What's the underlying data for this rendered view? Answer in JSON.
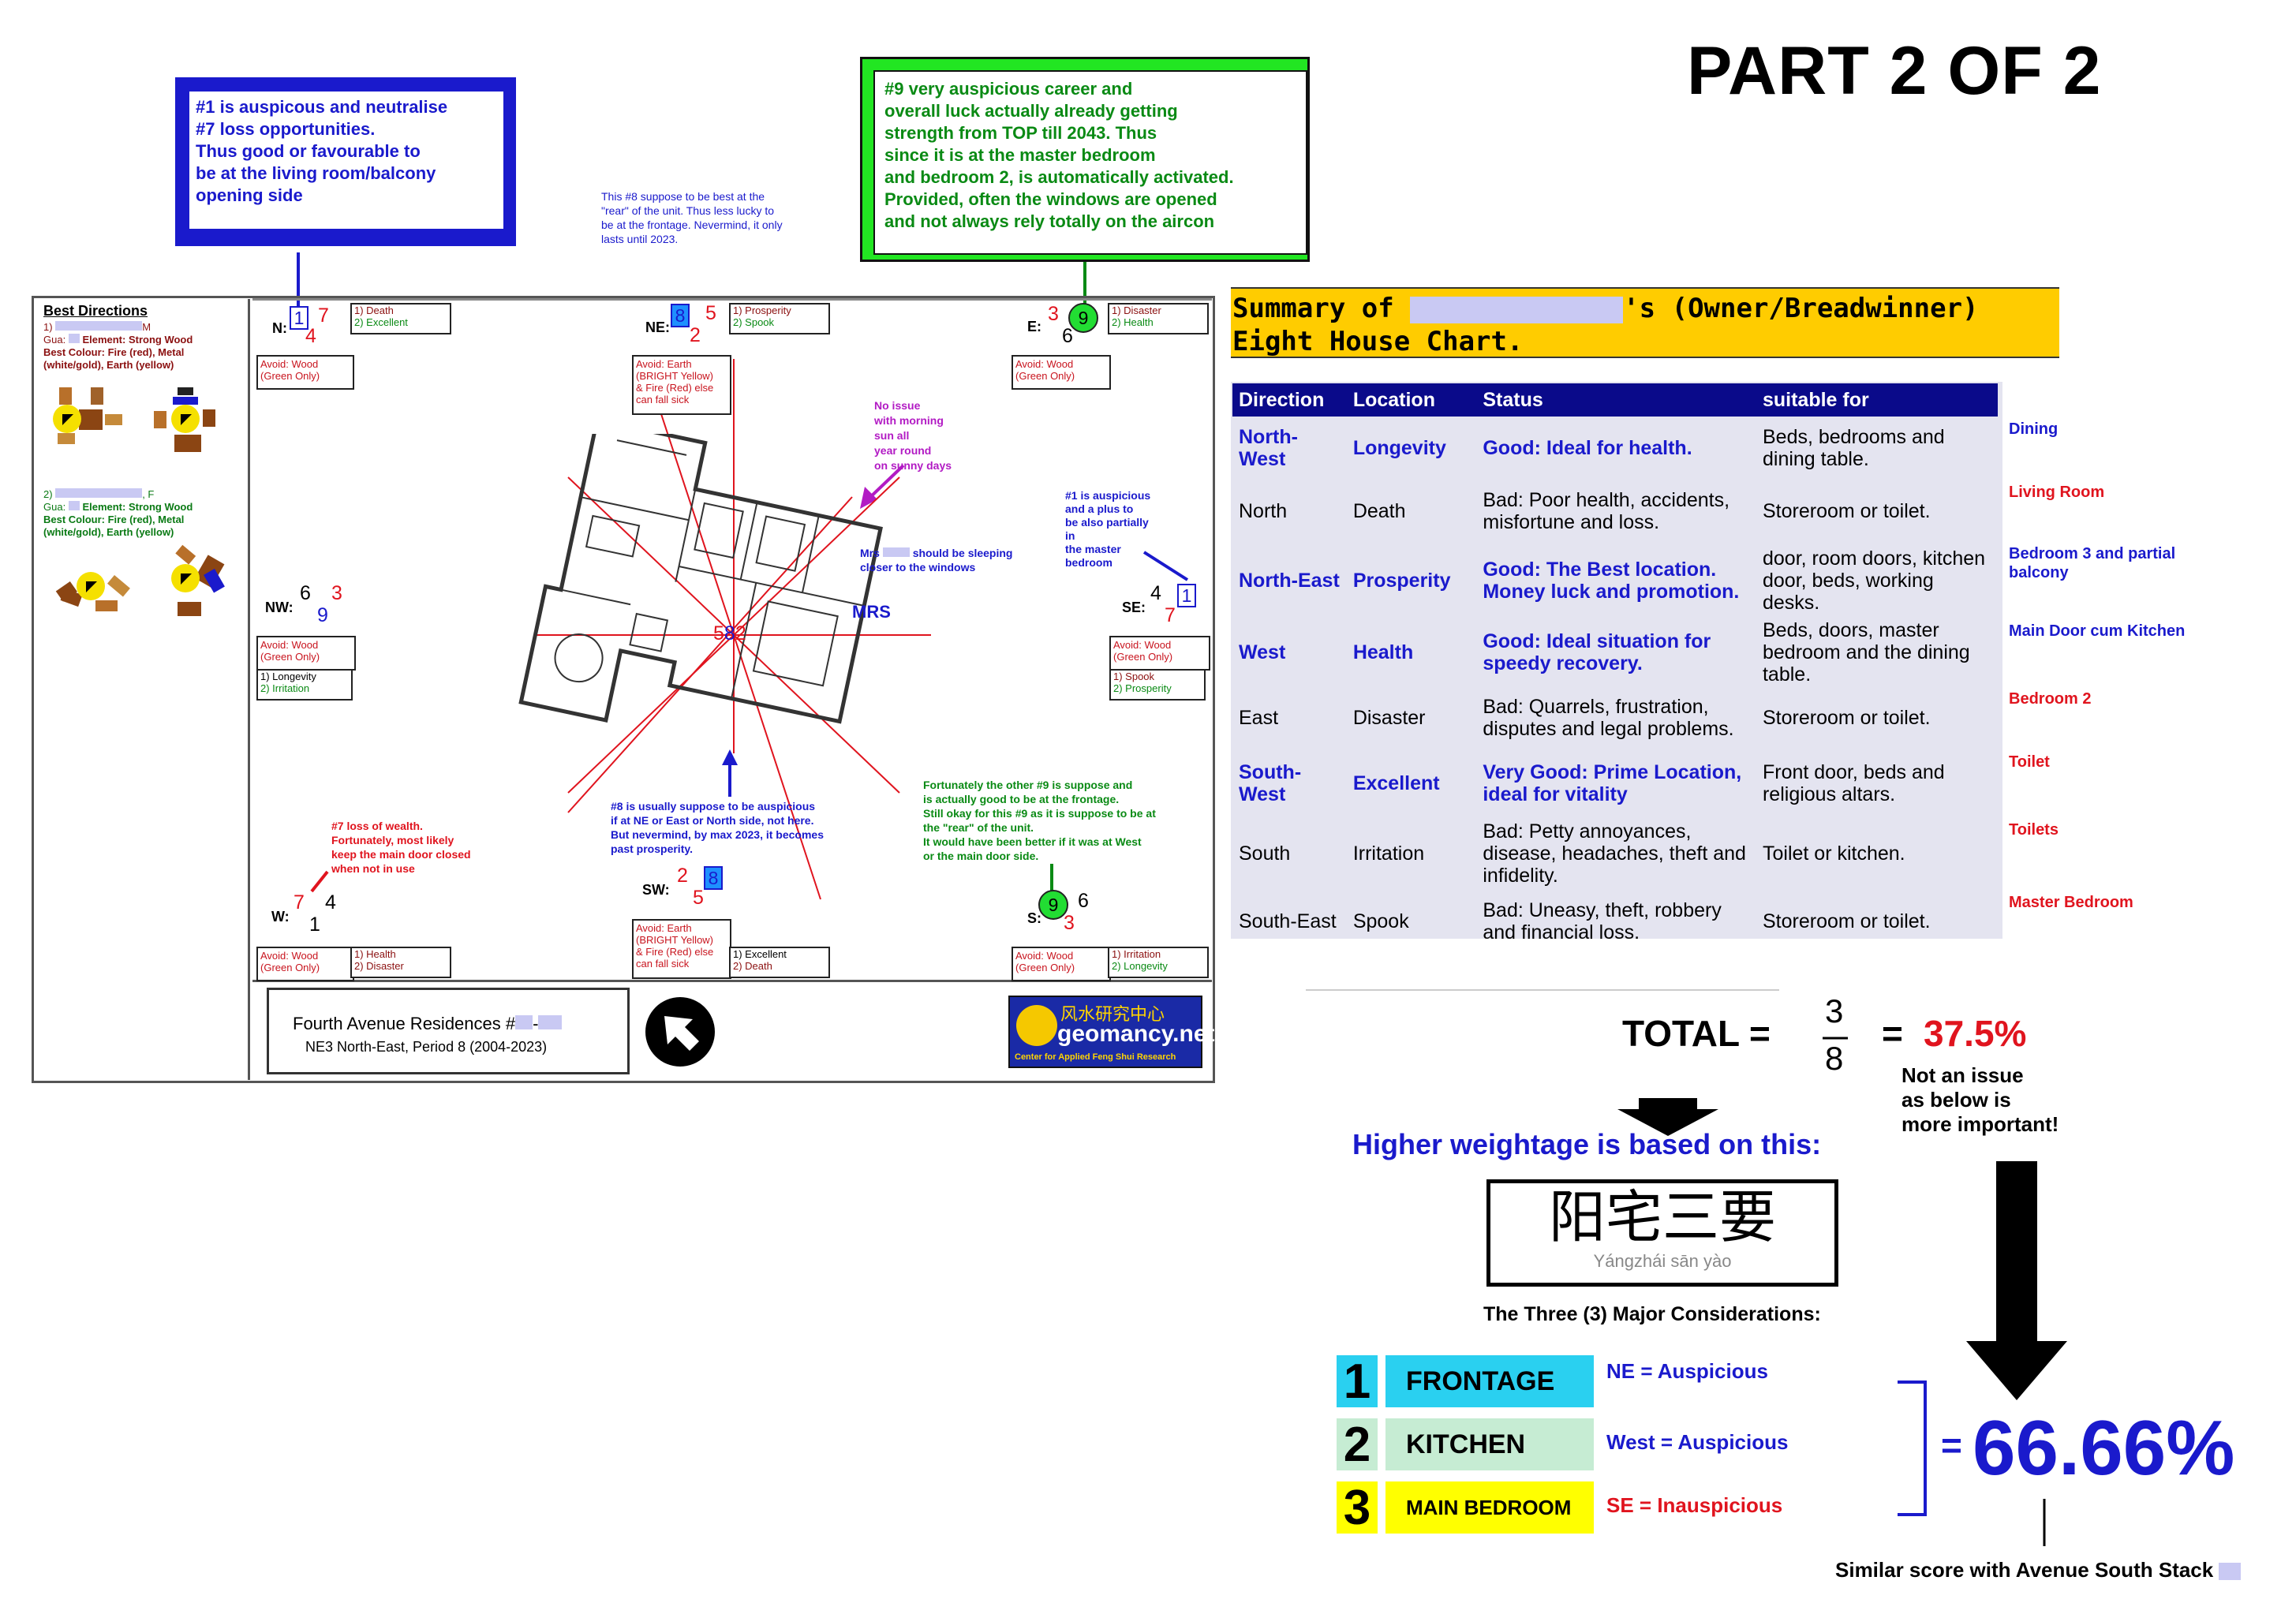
{
  "part_title": "PART 2 OF 2",
  "callouts": {
    "blue_box": [
      "#1 is auspicous and neutralise",
      "#7 loss opportunities.",
      "Thus good or favourable to",
      "be at the living room/balcony",
      "opening side"
    ],
    "green_box": [
      "#9 very auspicious career and",
      "overall luck actually already getting",
      "strength from TOP till 2043. Thus",
      "since it is at the master bedroom",
      "and bedroom 2, is automatically activated.",
      "Provided, often the windows are opened",
      "and not always rely totally on the aircon"
    ],
    "note8_top": [
      "This #8 suppose to be best at the",
      "\"rear\" of the unit. Thus less lucky to",
      "be at the frontage. Nevermind, it only",
      "lasts until 2023."
    ],
    "morning_sun": [
      "No issue",
      "with morning",
      "sun all",
      "year round",
      "on sunny days"
    ],
    "mrs_sleep_a": "Mrs",
    "mrs_sleep_b": "should be sleeping",
    "mrs_sleep_c": "closer to the windows",
    "se_note": [
      "#1 is auspicious",
      "and a plus to",
      "be also partially",
      "in",
      "the master",
      "bedroom"
    ],
    "w_note": [
      "#7 loss of wealth.",
      "Fortunately, most likely",
      "keep the main door closed",
      "when not in use"
    ],
    "sw_note": [
      "#8 is usually suppose to be auspicious",
      "if at NE or East or North side, not here.",
      "But nevermind, by max 2023, it becomes",
      "past prosperity."
    ],
    "s_note": [
      "Fortunately the other #9 is suppose and",
      "is actually good to be at the frontage.",
      "Still okay for this #9 as it is suppose to be at",
      "the \"rear\" of the unit.",
      "It would have been better if it was at West",
      "or the main door side."
    ]
  },
  "legend": {
    "title": "Best Directions",
    "p1_num": "1)",
    "p1_sex": "M",
    "p1_gua": "Gua:",
    "p1_element": "Element: Strong Wood",
    "p1_colour": "Best Colour: Fire (red), Metal (white/gold), Earth (yellow)",
    "p2_num": "2)",
    "p2_sex": ", F",
    "p2_gua": "Gua:",
    "p2_element": "Element: Strong Wood",
    "p2_colour": "Best Colour: Fire (red), Metal (white/gold), Earth (yellow)"
  },
  "sectors": {
    "N": {
      "label": "N:",
      "a": "1",
      "b": "7",
      "c": "4",
      "l1": "1) Death",
      "l2": "2) Excellent",
      "avoid": [
        "Avoid: Wood",
        "(Green Only)"
      ]
    },
    "NE": {
      "label": "NE:",
      "a": "8",
      "b": "5",
      "c": "2",
      "l1": "1) Prosperity",
      "l2": "2) Spook",
      "avoid": [
        "Avoid: Earth",
        "(BRIGHT Yellow)",
        "& Fire (Red) else",
        "can fall sick"
      ]
    },
    "E": {
      "label": "E:",
      "a": "3",
      "b": "9",
      "c": "6",
      "l1": "1) Disaster",
      "l2": "2) Health",
      "avoid": [
        "Avoid: Wood",
        "(Green Only)"
      ]
    },
    "NW": {
      "label": "NW:",
      "a": "6",
      "b": "3",
      "c": "9",
      "l1": "1) Longevity",
      "l2": "2) Irritation",
      "avoid": [
        "Avoid: Wood",
        "(Green Only)"
      ]
    },
    "SE": {
      "label": "SE:",
      "a": "4",
      "b": "1",
      "c": "7",
      "l1": "1) Spook",
      "l2": "2) Prosperity",
      "avoid": [
        "Avoid: Wood",
        "(Green Only)"
      ]
    },
    "W": {
      "label": "W:",
      "a": "7",
      "b": "4",
      "c": "1",
      "l1": "1) Health",
      "l2": "2) Disaster",
      "avoid": [
        "Avoid: Wood",
        "(Green Only)"
      ]
    },
    "SW": {
      "label": "SW:",
      "a": "2",
      "b": "8",
      "c": "5",
      "l1": "1) Excellent",
      "l2": "2) Death",
      "avoid": [
        "Avoid: Earth",
        "(BRIGHT Yellow)",
        "& Fire (Red) else",
        "can fall sick"
      ]
    },
    "S": {
      "label": "S:",
      "a": "9",
      "b": "6",
      "c": "3",
      "l1": "1) Irritation",
      "l2": "2) Longevity",
      "avoid": [
        "Avoid: Wood",
        "(Green Only)"
      ]
    }
  },
  "center_stars": {
    "a": "5",
    "b": "8",
    "c": "2"
  },
  "floorplan": {
    "mrs_label": "MRS"
  },
  "footer": {
    "residence": "Fourth Avenue Residences #",
    "period": "NE3 North-East, Period 8 (2004-2023)",
    "logo_cn": "风水研究中心",
    "logo_name": "geomancy.net",
    "logo_sub": "Center for Applied Feng Shui Research"
  },
  "summary": {
    "title_a": "Summary of",
    "title_b": "'s (Owner/Breadwinner)",
    "title_c": "Eight House Chart.",
    "headers": [
      "Direction",
      "Location",
      "Status",
      "suitable for"
    ],
    "rows": [
      {
        "dir": "North-West",
        "loc": "Longevity",
        "status": "Good: Ideal for health.",
        "suit": "Beds, bedrooms and dining table.",
        "good": true,
        "note": "Dining",
        "note_good": true
      },
      {
        "dir": "North",
        "loc": "Death",
        "status": "Bad: Poor health, accidents, misfortune and loss.",
        "suit": "Storeroom or toilet.",
        "good": false,
        "note": "Living Room",
        "note_good": false
      },
      {
        "dir": "North-East",
        "loc": "Prosperity",
        "status": "Good: The Best location. Money luck and promotion.",
        "suit": "door, room doors, kitchen door, beds, working desks.",
        "good": true,
        "note": "Bedroom 3 and partial balcony",
        "note_good": true
      },
      {
        "dir": "West",
        "loc": "Health",
        "status": "Good: Ideal situation for speedy recovery.",
        "suit": "Beds, doors, master bedroom and the dining table.",
        "good": true,
        "note": "Main Door cum Kitchen",
        "note_good": true
      },
      {
        "dir": "East",
        "loc": "Disaster",
        "status": "Bad: Quarrels, frustration, disputes and legal problems.",
        "suit": "Storeroom or toilet.",
        "good": false,
        "note": "Bedroom 2",
        "note_good": false
      },
      {
        "dir": "South-West",
        "loc": "Excellent",
        "status": "Very Good: Prime Location, ideal for vitality",
        "suit": "Front door, beds and religious altars.",
        "good": true,
        "note": "Toilet",
        "note_good": false
      },
      {
        "dir": "South",
        "loc": "Irritation",
        "status": "Bad: Petty annoyances, disease, headaches, theft and infidelity.",
        "suit": "Toilet or kitchen.",
        "good": false,
        "note": "Toilets",
        "note_good": false
      },
      {
        "dir": "South-East",
        "loc": "Spook",
        "status": "Bad: Uneasy, theft, robbery and financial loss.",
        "suit": "Storeroom or toilet.",
        "good": false,
        "note": "Master Bedroom",
        "note_good": false
      }
    ]
  },
  "total": {
    "label": "TOTAL =",
    "num": "3",
    "den": "8",
    "eq": "=",
    "pct": "37.5%",
    "note": [
      "Not an issue",
      "as below is",
      "more important!"
    ]
  },
  "weightage": {
    "heading": "Higher weightage is based on this:",
    "chinese": "阳宅三要",
    "pinyin": "Yángzhái sān yào",
    "caption": "The Three (3) Major Considerations:",
    "items": [
      {
        "n": "1",
        "label": "FRONTAGE",
        "value": "NE = Auspicious",
        "bg": "#2ad0f0",
        "num_bg": "#2ad0f0",
        "color": "#1a1acc"
      },
      {
        "n": "2",
        "label": "KITCHEN",
        "value": "West = Auspicious",
        "bg": "#c6ecd3",
        "num_bg": "#c6ecd3",
        "color": "#1a1acc"
      },
      {
        "n": "3",
        "label": "MAIN BEDROOM",
        "value": "SE = Inauspicious",
        "bg": "#ffff00",
        "num_bg": "#ffff00",
        "color": "#e0141e"
      }
    ],
    "eq": "=",
    "score": "66.66%",
    "similar": "Similar score with Avenue South Stack"
  }
}
